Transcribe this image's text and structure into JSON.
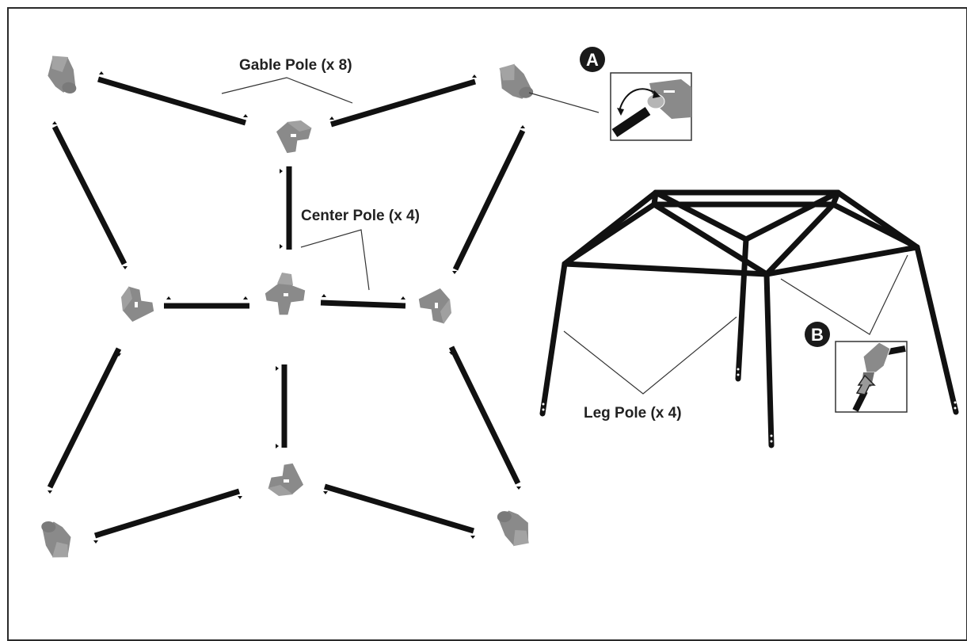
{
  "labels": {
    "gable_pole": "Gable Pole (x 8)",
    "center_pole": "Center Pole (x 4)",
    "leg_pole": "Leg Pole (x 4)"
  },
  "callouts": {
    "a": "A",
    "b": "B"
  },
  "colors": {
    "pole": "#111111",
    "connector": "#8a8a8a",
    "connector_dark": "#6e6e6e",
    "badge": "#1a1a1a",
    "leader": "#333333"
  }
}
